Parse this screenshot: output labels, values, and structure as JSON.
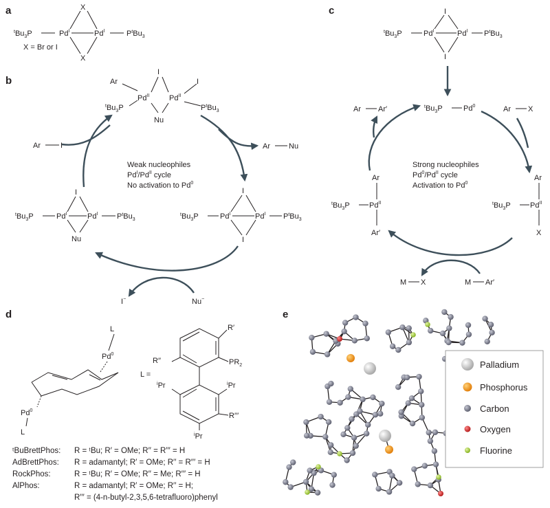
{
  "panels": {
    "a": "a",
    "b": "b",
    "c": "c",
    "d": "d",
    "e": "e"
  },
  "panel_a": {
    "ligand": "Bu",
    "ligand_prefix": "t",
    "ligand_tail": "3P",
    "pd": "Pd",
    "pd_ox": "I",
    "x": "X",
    "caption": "X = Br or I"
  },
  "panel_b": {
    "caption_line1": "Weak nucleophiles",
    "caption_line2": "Pd",
    "caption_line2_sup1": "I",
    "caption_line2_mid": "/Pd",
    "caption_line2_sup2": "II",
    "caption_line2_tail": " cycle",
    "caption_line3": "No activation to Pd",
    "caption_line3_sup": "0",
    "reagent_in": "Ar",
    "reagent_in_x": "I",
    "product_out_ar": "Ar",
    "product_out_nu": "Nu",
    "byproduct": "I",
    "byproduct_charge": "−",
    "nucleophile": "Nu",
    "nucleophile_charge": "−",
    "ar": "Ar",
    "nu": "Nu",
    "iodide": "I"
  },
  "panel_c": {
    "caption_line1": "Strong nucleophiles",
    "caption_line2": "Pd",
    "caption_line2_sup1": "0",
    "caption_line2_mid": "/Pd",
    "caption_line2_sup2": "II",
    "caption_line2_tail": " cycle",
    "caption_line3": "Activation to Pd",
    "caption_line3_sup": "0",
    "pd0": "Pd",
    "pd0_sup": "0",
    "arx_ar": "Ar",
    "arx_x": "X",
    "product_ar1": "Ar",
    "product_ar2": "Ar′",
    "mx_m": "M",
    "mx_x": "X",
    "mar_m": "M",
    "mar_ar": "Ar′",
    "pd2": "Pd",
    "pd2_sup": "II",
    "ar": "Ar",
    "ar_prime": "Ar′",
    "x": "X",
    "iodide": "I"
  },
  "panel_d": {
    "l_equals": "L =",
    "r_prime": "R′",
    "r_dprime": "R′′",
    "r_tprime": "R′′′",
    "pr2": "PR",
    "pr2_sub": "2",
    "ipr": "Pr",
    "ipr_prefix": "i",
    "pd0": "Pd",
    "pd0_sup": "0",
    "l": "L",
    "ligands": [
      {
        "name": "ᵗBuBrettPhos:",
        "def": "R = ᵗBu; R′ = OMe; R′′ = R′′′ = H"
      },
      {
        "name": "AdBrettPhos:",
        "def": "R = adamantyl; R′ = OMe; R′′ = R′′′ = H"
      },
      {
        "name": "RockPhos:",
        "def": "R = ᵗBu; R′ = OMe; R′′ = Me; R′′′ = H"
      },
      {
        "name": "AlPhos:",
        "def": "R = adamantyl; R′ = OMe; R′′ = H;"
      }
    ],
    "alphos_cont": "R′′′ = (4-n-butyl-2,3,5,6-tetrafluoro)phenyl"
  },
  "panel_e": {
    "legend": [
      {
        "name": "Palladium",
        "color": "#d9d9d9"
      },
      {
        "name": "Phosphorus",
        "color": "#f39a1e"
      },
      {
        "name": "Carbon",
        "color": "#7d7f8c"
      },
      {
        "name": "Oxygen",
        "color": "#d62b2b"
      },
      {
        "name": "Fluorine",
        "color": "#a8d23a"
      }
    ]
  }
}
